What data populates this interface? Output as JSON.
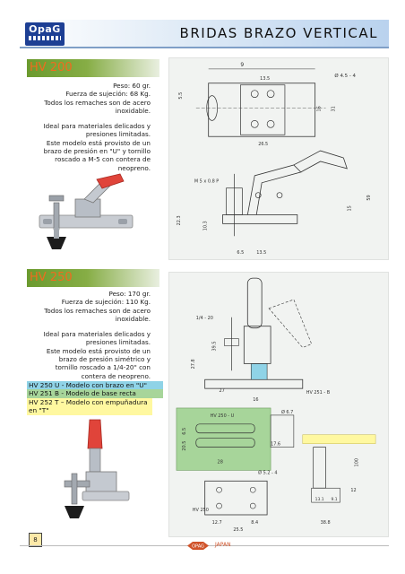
{
  "header": {
    "logo_text": "OpaG",
    "title": "BRIDAS BRAZO VERTICAL"
  },
  "sections": [
    {
      "model": "HV 200",
      "description": [
        "Peso: 60 gr.",
        "Fuerza de sujeción: 68 Kg.",
        "Todos los remaches son de acero inoxidable.",
        "",
        "Ideal para materiales delicados y presiones limitadas.",
        "Este modelo está provisto de un brazo de presión en \"U\" y tornillo roscado a M-5 con contera de neopreno."
      ],
      "drawing_labels": {
        "width_overall": "9",
        "hole_spec": "Ø 4.5 - 4",
        "dim_13_5": "13.5",
        "dim_26_5": "26.5",
        "dim_5_5": "5.5",
        "dim_16": "16",
        "dim_31": "31",
        "thread": "M 5 x 0.8 P",
        "dim_22_3": "22.3",
        "dim_10_3": "10.3",
        "dim_6_5": "6.5",
        "dim_13_5b": "13.5",
        "dim_15": "15",
        "dim_59": "59"
      }
    },
    {
      "model": "HV 250",
      "description": [
        "Peso: 170 gr.",
        "Fuerza de sujeción: 110 Kg.",
        "Todos los remaches son de acero inoxidable.",
        "",
        "Ideal para materiales delicados y presiones limitadas.",
        "Este modelo está provisto de un brazo de presión simétrico y tornillo roscado a 1/4-20\" con contera de neopreno."
      ],
      "variants": [
        "HV 250 U - Modelo con brazo en \"U\"",
        "HV 251 B - Modelo de base recta",
        "HV 252 T – Modelo con empuñadura en \"T\""
      ],
      "drawing_labels": {
        "thread": "1/4 - 20",
        "dim_39_5": "39.5",
        "dim_27_8": "27.8",
        "dim_27": "27",
        "dim_16": "16",
        "model_b": "HV 251 - B",
        "model_u": "HV 250 - U",
        "hole_small": "Ø 6.7",
        "dim_6_5": "6.5",
        "dim_20_5": "20.5",
        "dim_28": "28",
        "dim_17_6": "17.6",
        "hole_base": "Ø 5.2 - 4",
        "model_std": "HV 250",
        "dim_12_7": "12.7",
        "dim_25_5": "25.5",
        "dim_8_4": "8.4",
        "dim_13_1": "13.1",
        "dim_9_1": "9.1",
        "dim_38_8": "38.8",
        "dim_100": "100",
        "dim_12": "12"
      }
    }
  ],
  "footer": {
    "page_number": "8",
    "brand": "OPAG",
    "country": "JAPAN"
  },
  "colors": {
    "section_bar_green": "#7aa43c",
    "model_orange": "#f06b1f",
    "logo_blue": "#1d3f94",
    "variant_blue": "#8fd3e7",
    "variant_green": "#a7d59a",
    "variant_yellow": "#fff8a0"
  }
}
